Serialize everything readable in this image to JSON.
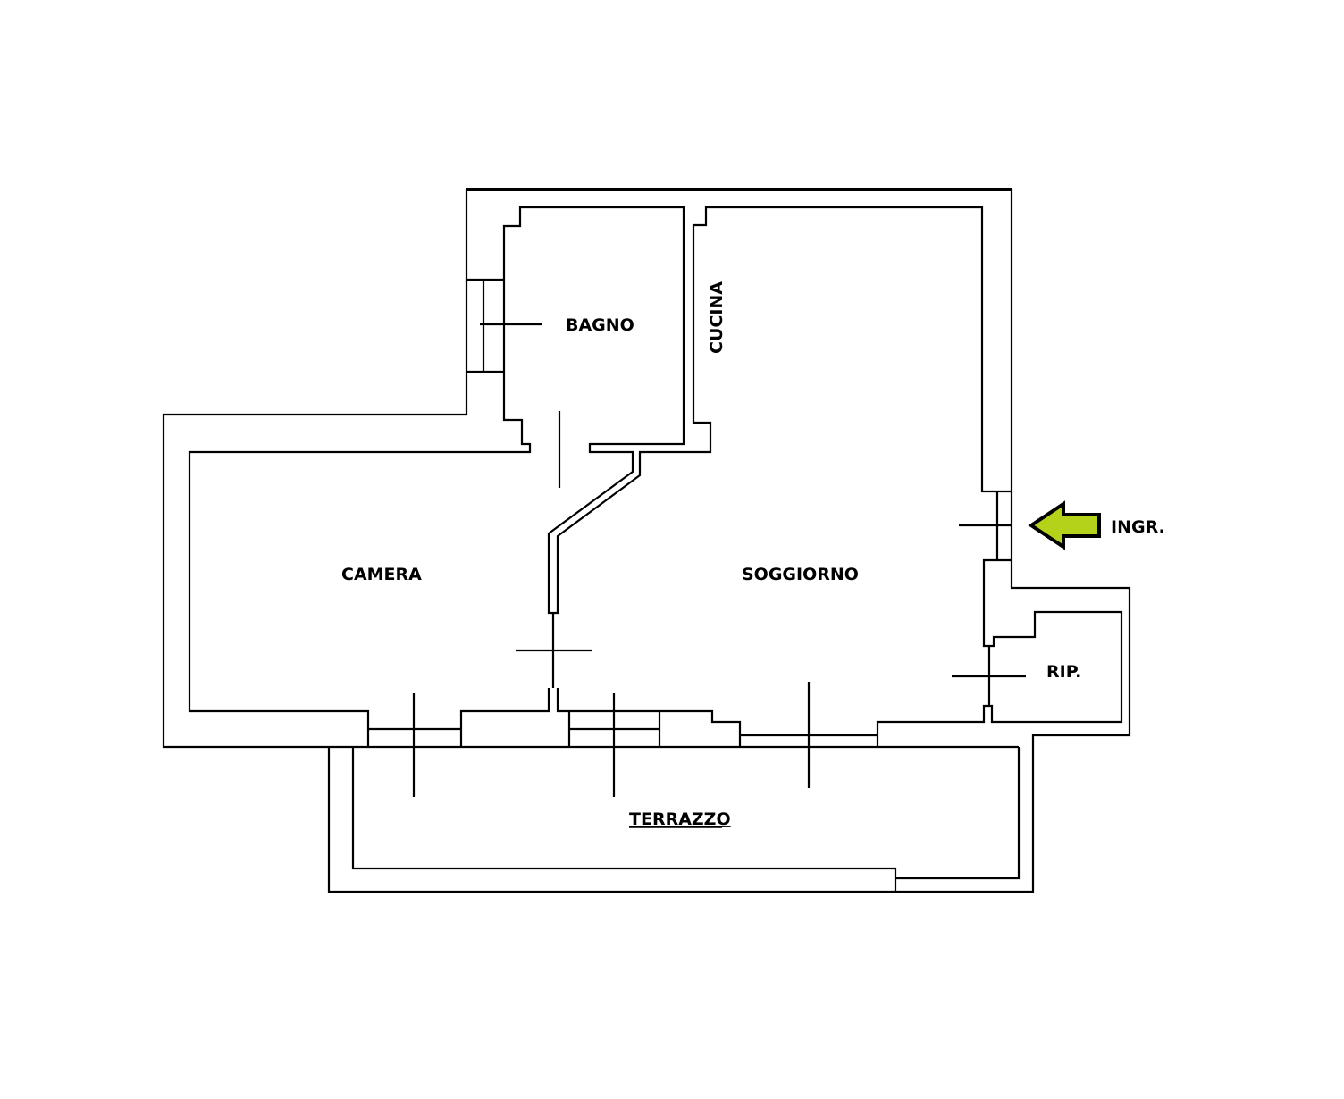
{
  "rooms": {
    "bagno": "BAGNO",
    "cucina": "CUCINA",
    "camera": "CAMERA",
    "soggiorno": "SOGGIORNO",
    "ripostiglio": "RIP.",
    "terrazzo": "TERRAZZO"
  },
  "entrance": {
    "label": "INGR.",
    "arrow_icon": "arrow-left-icon",
    "arrow_color": "#b5d21a"
  }
}
